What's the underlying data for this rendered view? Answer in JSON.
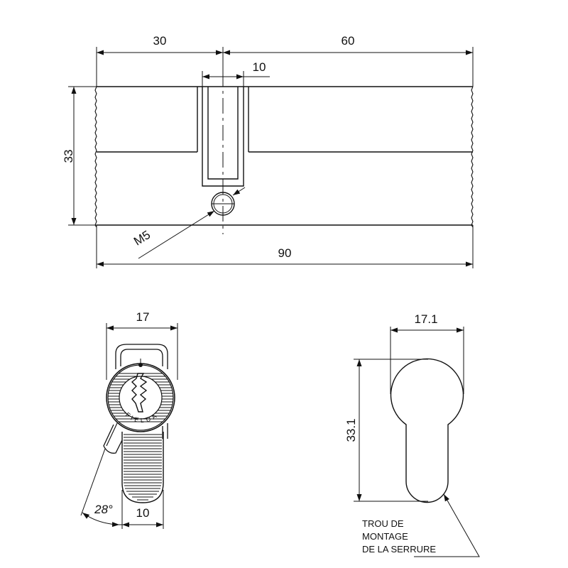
{
  "drawing": {
    "front_view": {
      "dim_left_length": "30",
      "dim_right_length": "60",
      "dim_cam_width": "10",
      "dim_height": "33",
      "dim_screw_thread": "M5",
      "dim_total_length": "90"
    },
    "side_view": {
      "dim_width": "17",
      "dim_cam_width": "10",
      "dim_cam_angle": "28°",
      "brand_marking": "FIELDA"
    },
    "cutout_view": {
      "dim_width": "17.1",
      "dim_height": "33.1",
      "note_line_1": "TROU DE",
      "note_line_2": "MONTAGE",
      "note_line_3": "DE LA SERRURE"
    },
    "colors": {
      "line": "#111111",
      "background": "#ffffff"
    }
  }
}
